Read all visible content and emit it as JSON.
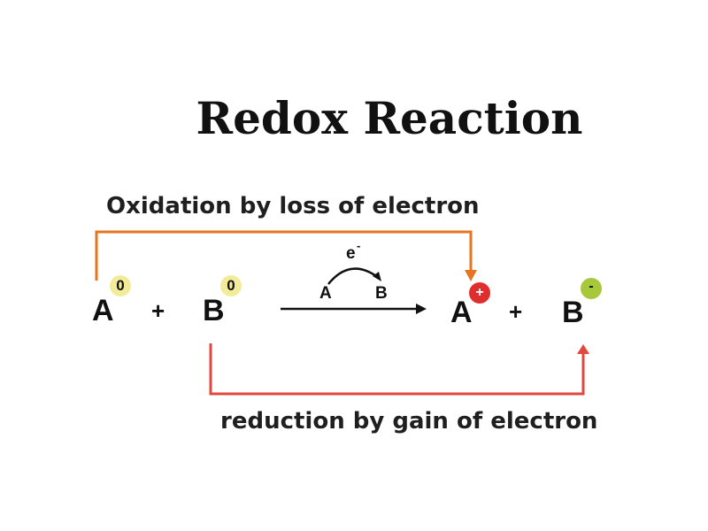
{
  "title": "Redox Reaction",
  "oxidation_label": "Oxidation by loss of electron",
  "reduction_label": "reduction by gain of electron",
  "reactants": {
    "a_symbol": "A",
    "a_charge": "0",
    "plus": "+",
    "b_symbol": "B",
    "b_charge": "0"
  },
  "products": {
    "a_symbol": "A",
    "a_charge": "+",
    "plus": "+",
    "b_symbol": "B",
    "b_charge": "-"
  },
  "transfer": {
    "electron": "e",
    "electron_sup": "-",
    "from": "A",
    "to": "B"
  },
  "colors": {
    "oxidation": "#e8741f",
    "reduction": "#e2483d",
    "neutral_badge": "#f2ec9a",
    "positive_badge": "#e02d2d",
    "negative_badge": "#a6c83a"
  }
}
